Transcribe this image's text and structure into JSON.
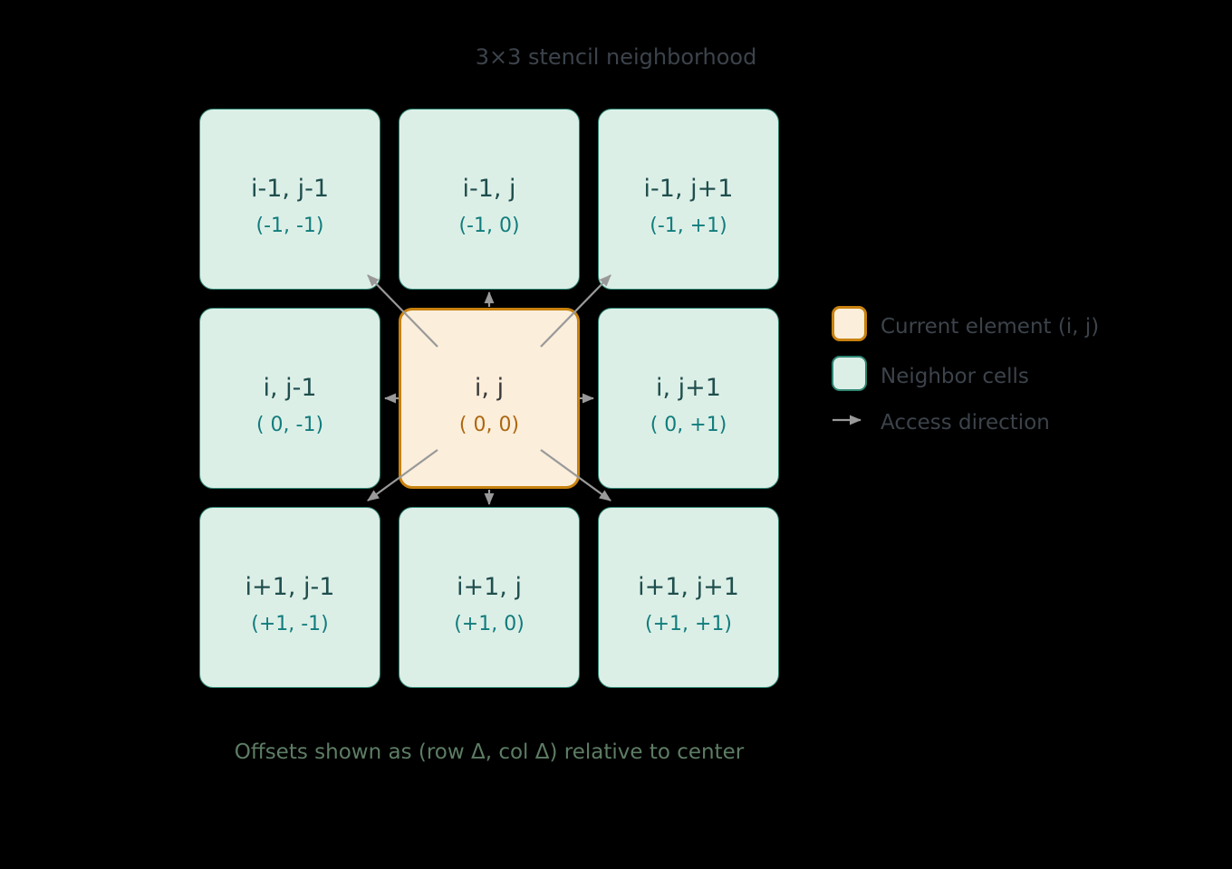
{
  "title": "3×3 stencil neighborhood",
  "grid": {
    "cells": [
      {
        "label": "i-1, j-1",
        "offset": "(-1, -1)",
        "current": false
      },
      {
        "label": "i-1, j",
        "offset": "(-1, 0)",
        "current": false
      },
      {
        "label": "i-1, j+1",
        "offset": "(-1, +1)",
        "current": false
      },
      {
        "label": "i, j-1",
        "offset": "( 0, -1)",
        "current": false
      },
      {
        "label": "i, j",
        "offset": "( 0, 0)",
        "current": true
      },
      {
        "label": "i, j+1",
        "offset": "( 0, +1)",
        "current": false
      },
      {
        "label": "i+1, j-1",
        "offset": "(+1, -1)",
        "current": false
      },
      {
        "label": "i+1, j",
        "offset": "(+1, 0)",
        "current": false
      },
      {
        "label": "i+1, j+1",
        "offset": "(+1, +1)",
        "current": false
      }
    ]
  },
  "legend": {
    "items": [
      {
        "swatch": "current",
        "label": "Current element (i, j)"
      },
      {
        "swatch": "neighbor",
        "label": "Neighbor cells"
      },
      {
        "swatch": "arrow",
        "label": "Access direction"
      }
    ]
  },
  "caption": "Offsets shown as (row Δ, col Δ) relative to center",
  "colors": {
    "background": "#000000",
    "title_text": "#3c434b",
    "legend_text": "#3c434b",
    "neighbor_fill": "#dcefe7",
    "neighbor_border": "#2e8572",
    "neighbor_label": "#1f4e4d",
    "neighbor_offset": "#117c7c",
    "current_fill": "#fbeedb",
    "current_border": "#c8820f",
    "current_label": "#3a3a3a",
    "current_offset": "#ad670f",
    "arrow": "#999999",
    "caption_text": "#5d7d64"
  }
}
